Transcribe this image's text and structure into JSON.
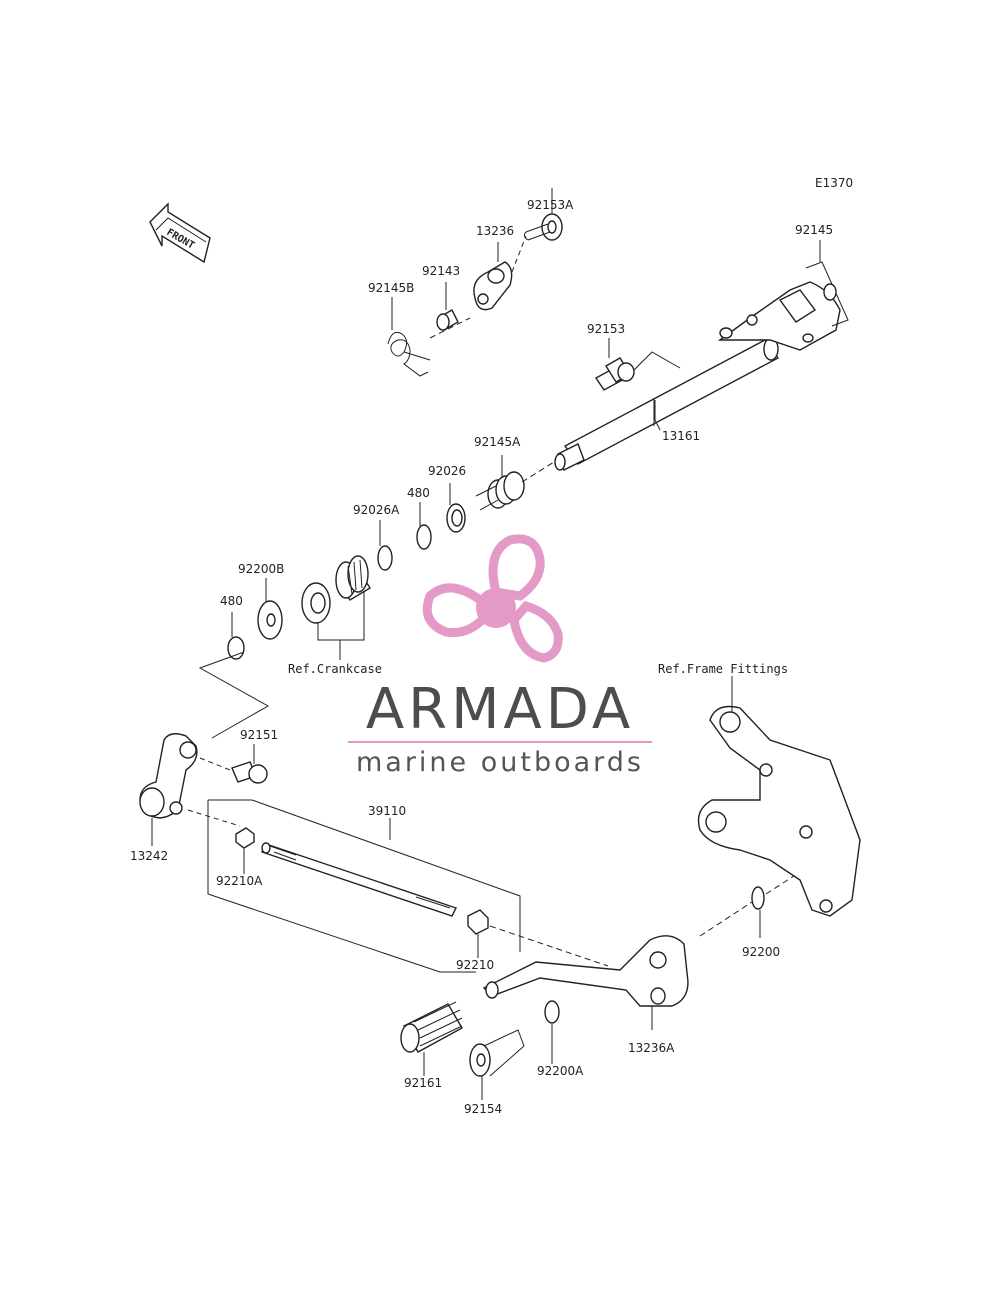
{
  "diagram_code": "E1370",
  "front_label": "FRONT",
  "watermark": {
    "title": "ARMADA",
    "subtitle": "marine outboards",
    "accent_color": "#e39ac6",
    "text_color": "#4d4d4d"
  },
  "labels": {
    "p92153A": "92153A",
    "p13236": "13236",
    "p92145": "92145",
    "p92143": "92143",
    "p92145B": "92145B",
    "p92153": "92153",
    "p13161": "13161",
    "p92145A": "92145A",
    "p92026": "92026",
    "p480a": "480",
    "p92026A": "92026A",
    "p92200B": "92200B",
    "p480b": "480",
    "refCrankcase": "Ref.Crankcase",
    "refFrame": "Ref.Frame Fittings",
    "p92151": "92151",
    "p39110": "39110",
    "p13242": "13242",
    "p92210A": "92210A",
    "p92210": "92210",
    "p92200": "92200",
    "p13236A": "13236A",
    "p92200A": "92200A",
    "p92161": "92161",
    "p92154": "92154"
  }
}
